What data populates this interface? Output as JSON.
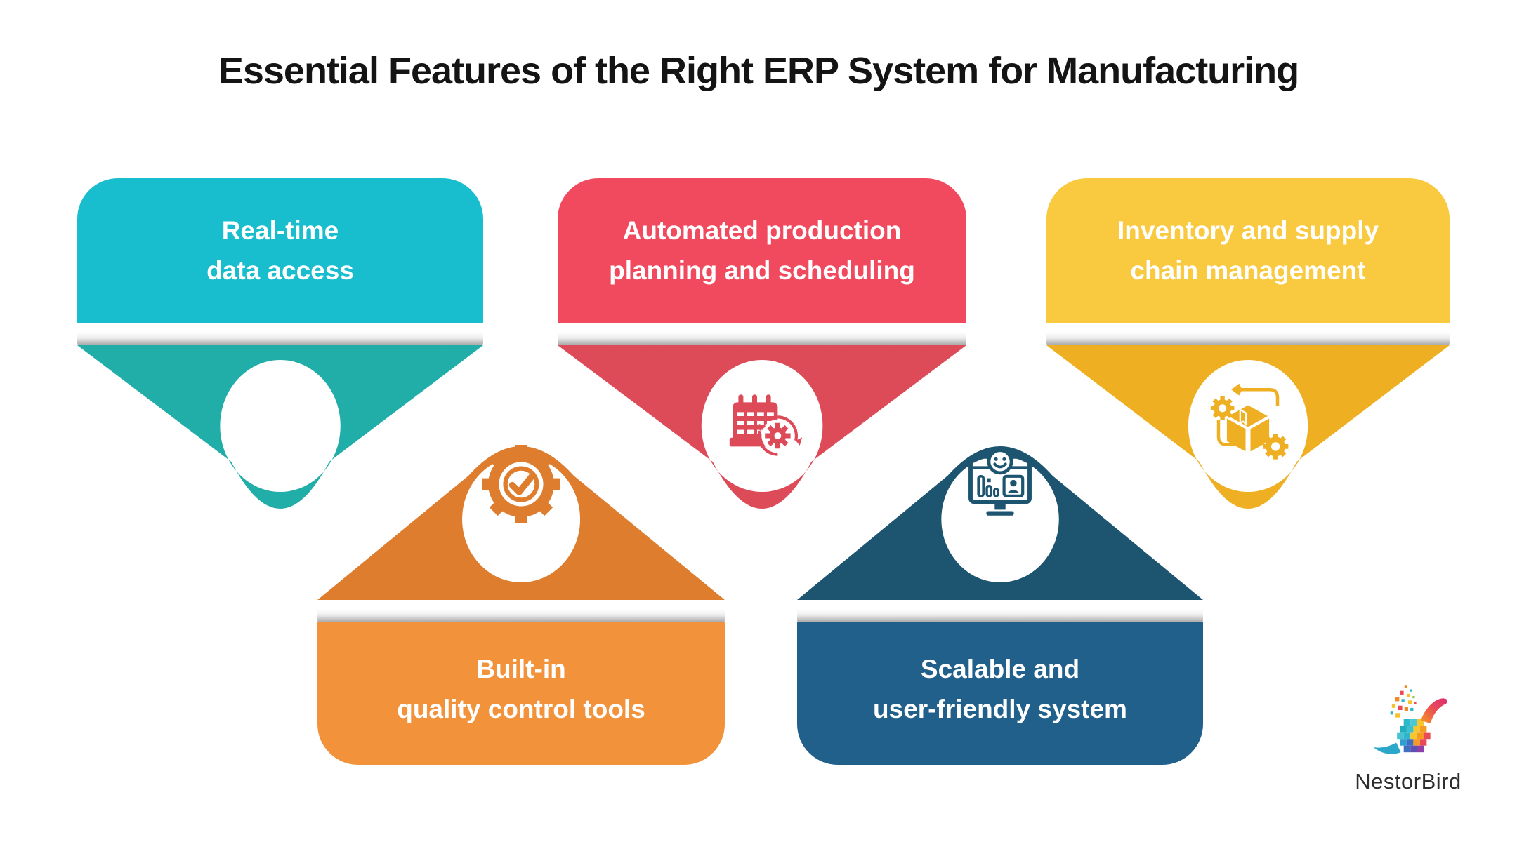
{
  "title": "Essential Features of the Right ERP System for Manufacturing",
  "cards": [
    {
      "name": "real-time-data-access",
      "label": "Real-time data access",
      "label_lines": [
        "Real-time",
        "data access"
      ],
      "icon": "blank-circle",
      "colors": {
        "panel": "#18BECD",
        "pointer": "#21ADA8"
      }
    },
    {
      "name": "automated-production-planning-and-scheduling",
      "label": "Automated production planning and scheduling",
      "label_lines": [
        "Automated production",
        "planning and scheduling"
      ],
      "icon": "calendar-sync-icon",
      "colors": {
        "panel": "#F14A5E",
        "pointer": "#DD4B59"
      }
    },
    {
      "name": "inventory-and-supply-chain-management",
      "label": "Inventory and supply chain management",
      "label_lines": [
        "Inventory and supply",
        "chain management"
      ],
      "icon": "box-gears-icon",
      "colors": {
        "panel": "#F9C93F",
        "pointer": "#EFAF22"
      }
    },
    {
      "name": "built-in-quality-control-tools",
      "label": "Built-in quality control tools",
      "label_lines": [
        "Built-in",
        "quality control tools"
      ],
      "icon": "gear-check-icon",
      "colors": {
        "panel": "#F2923B",
        "pointer": "#DE7D2D"
      }
    },
    {
      "name": "scalable-and-user-friendly-system",
      "label": "Scalable and user-friendly system",
      "label_lines": [
        "Scalable and",
        "user-friendly system"
      ],
      "icon": "monitor-user-icon",
      "colors": {
        "panel": "#20608A",
        "pointer": "#1D5470"
      }
    }
  ],
  "brand": {
    "name": "NestorBird"
  }
}
